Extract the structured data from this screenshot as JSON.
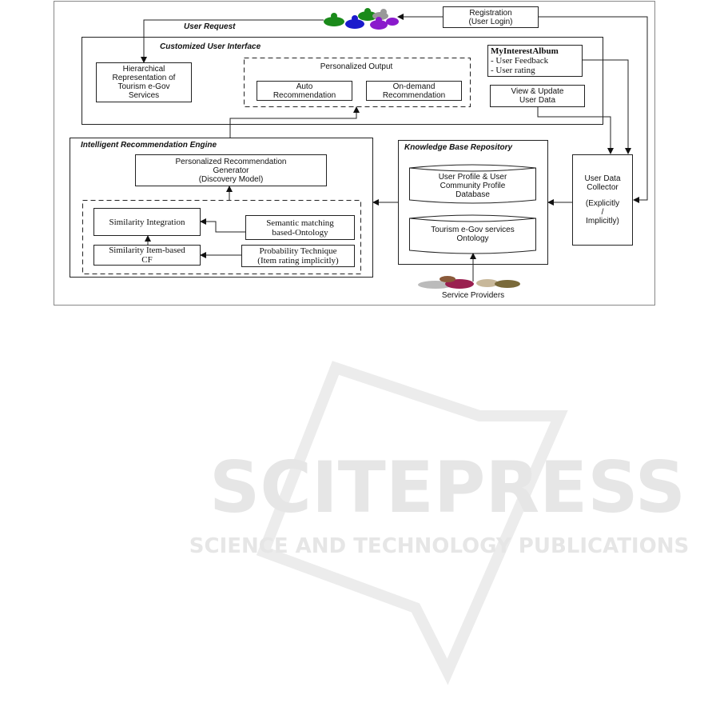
{
  "diagram": {
    "user_request": "User Request",
    "registration": [
      "Registration",
      "(User Login)"
    ],
    "customized_ui": {
      "title": "Customized User Interface",
      "hierarchical": [
        "Hierarchical",
        "Representation of",
        "Tourism e-Gov",
        "Services"
      ],
      "personalized_output": "Personalized Output",
      "auto": [
        "Auto",
        "Recommendation"
      ],
      "on_demand": [
        "On-demand",
        "Recommendation"
      ],
      "album_title": "MyInterestAlbum",
      "album_items": [
        "- User Feedback",
        "- User rating"
      ],
      "view_update": [
        "View & Update",
        "User Data"
      ]
    },
    "engine": {
      "title": "Intelligent Recommendation Engine",
      "generator": [
        "Personalized Recommendation",
        "Generator",
        "(Discovery Model)"
      ],
      "similarity_integration": "Similarity Integration",
      "semantic": [
        "Semantic matching",
        "based-Ontology"
      ],
      "item_cf": [
        "Similarity Item-based",
        "CF"
      ],
      "probability": [
        "Probability Technique",
        "(Item rating implicitly)"
      ]
    },
    "knowledge_base": {
      "title": "Knowledge Base Repository",
      "profile_db": [
        "User Profile & User",
        "Community Profile",
        "Database"
      ],
      "ontology": [
        "Tourism e-Gov services",
        "Ontology"
      ]
    },
    "collector": [
      "User Data",
      "Collector",
      "(Explicitly",
      "/",
      "Implicitly)"
    ],
    "service_providers": "Service Providers"
  },
  "watermark": {
    "brand": "SCITEPRESS",
    "tagline": "SCIENCE AND TECHNOLOGY PUBLICATIONS"
  },
  "colors": {
    "people": [
      "#1a8a1a",
      "#1a1acc",
      "#8a1acc",
      "#999999"
    ]
  }
}
